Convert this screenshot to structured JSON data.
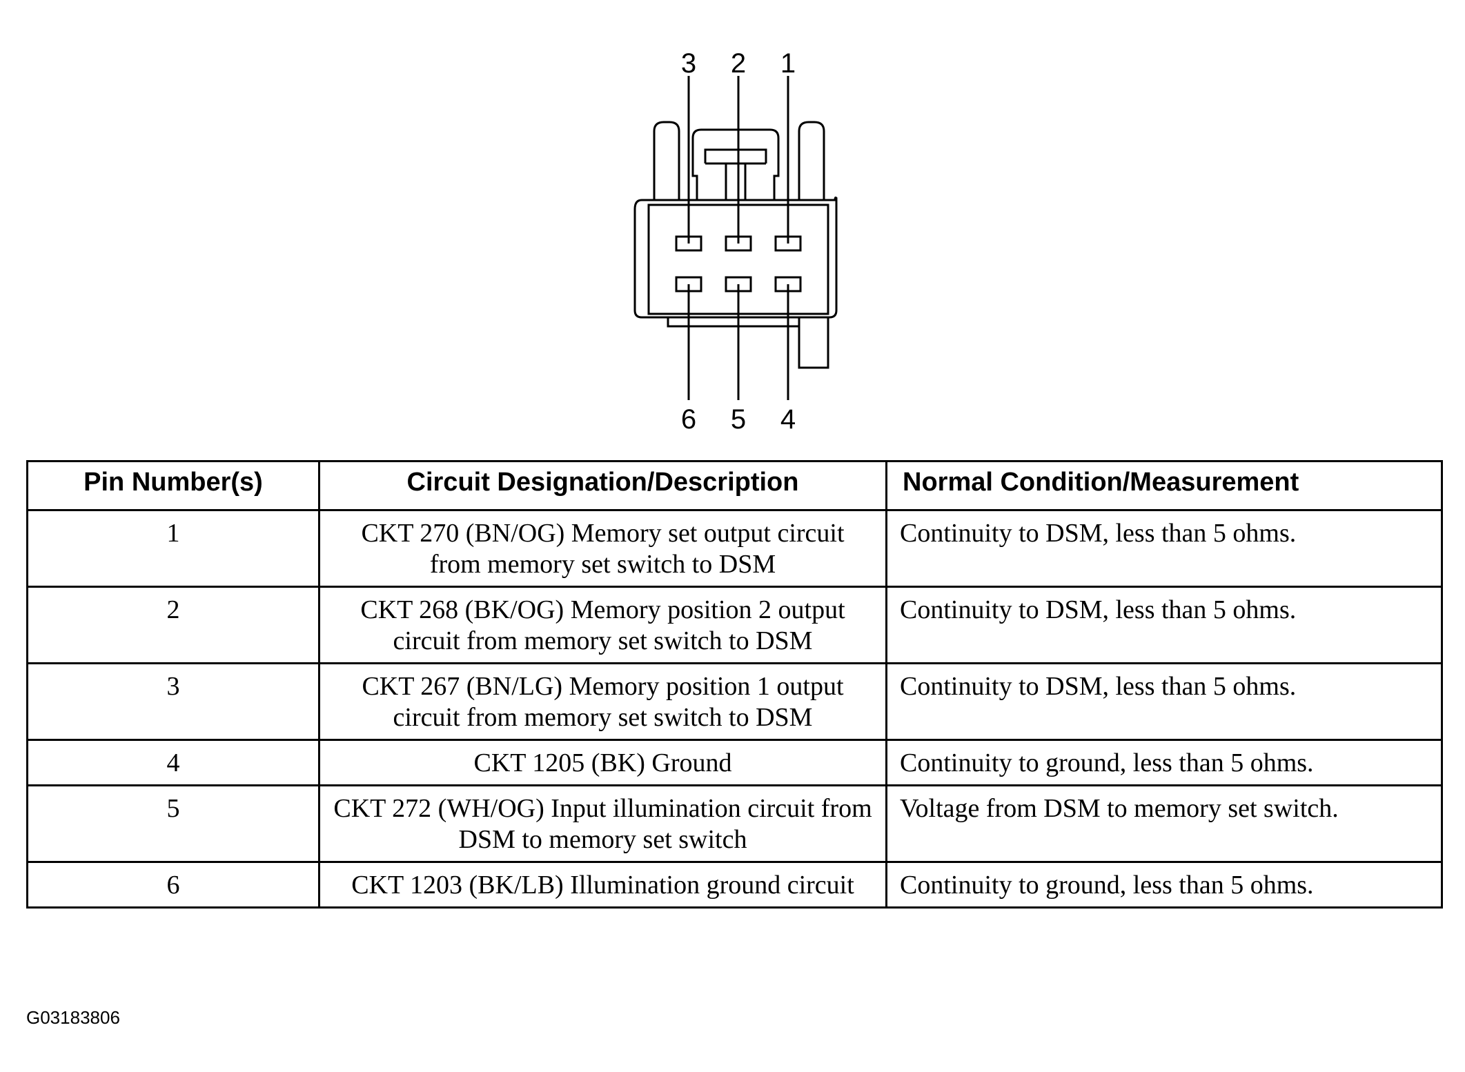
{
  "connector": {
    "top_pins": [
      "3",
      "2",
      "1"
    ],
    "bottom_pins": [
      "6",
      "5",
      "4"
    ]
  },
  "table": {
    "headers": [
      "Pin Number(s)",
      "Circuit Designation/Description",
      "Normal Condition/Measurement"
    ],
    "rows": [
      {
        "pin": "1",
        "desc": "CKT 270 (BN/OG) Memory set output circuit from memory set switch to DSM",
        "cond": "Continuity to DSM, less than 5 ohms."
      },
      {
        "pin": "2",
        "desc": "CKT 268 (BK/OG) Memory position 2 output circuit from memory set switch to DSM",
        "cond": "Continuity to DSM, less than 5 ohms."
      },
      {
        "pin": "3",
        "desc": "CKT 267 (BN/LG) Memory position 1 output circuit from memory set switch to DSM",
        "cond": "Continuity to DSM, less than 5 ohms."
      },
      {
        "pin": "4",
        "desc": "CKT 1205 (BK) Ground",
        "cond": "Continuity to ground, less than 5 ohms."
      },
      {
        "pin": "5",
        "desc": "CKT 272 (WH/OG) Input illumination circuit from DSM to memory set switch",
        "cond": "Voltage from DSM to memory set switch."
      },
      {
        "pin": "6",
        "desc": "CKT 1203 (BK/LB) Illumination ground circuit",
        "cond": "Continuity to ground, less than 5 ohms."
      }
    ]
  },
  "figure_id": "G03183806"
}
